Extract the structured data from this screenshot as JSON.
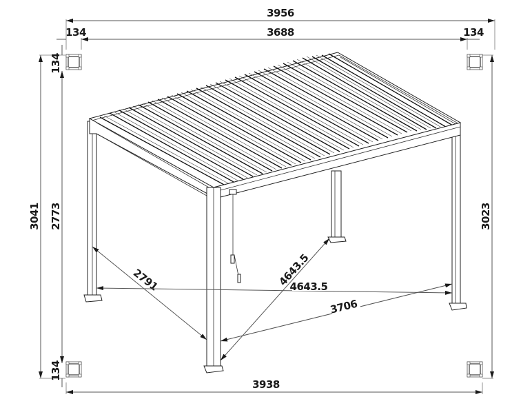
{
  "drawing": {
    "subject": "Pergola with louvered roof - dimensioned technical drawing",
    "units": "mm"
  },
  "dimensions": {
    "overall_width_top": "3956",
    "inner_width_top": "3688",
    "post_width_top_left": "134",
    "post_width_top_right": "134",
    "post_depth_top_left": "134",
    "post_depth_bottom_left": "134",
    "overall_height_left": "3041",
    "inner_height_left": "2773",
    "overall_height_right": "3023",
    "overall_width_bottom": "3938",
    "side_depth": "2791",
    "diagonal_a": "4643.5",
    "diagonal_b": "4643.5",
    "front_span": "3706"
  },
  "post_sections": [
    {
      "position": "top-left"
    },
    {
      "position": "top-right"
    },
    {
      "position": "bottom-left"
    },
    {
      "position": "bottom-right"
    }
  ],
  "colors": {
    "line": "#222222",
    "dimension_line": "#555555",
    "text": "#1a1a1a",
    "background": "#ffffff"
  }
}
